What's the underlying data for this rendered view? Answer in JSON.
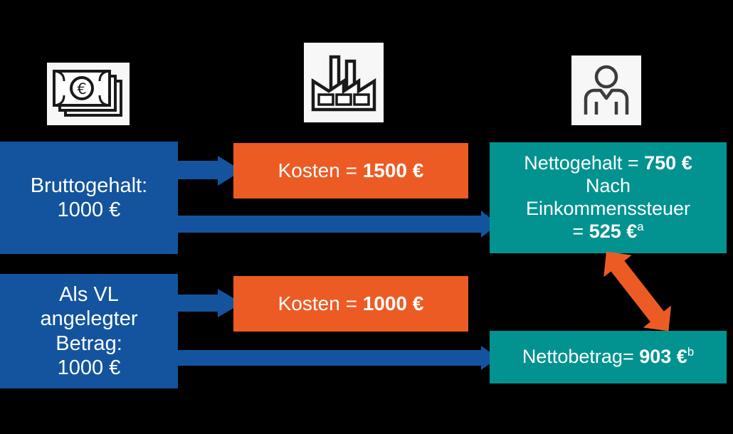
{
  "diagram": {
    "title": "VL Bruttogehalt vs. Nettobetrag Flussdiagramm",
    "colors": {
      "background": "#000000",
      "blue": "#14549E",
      "orange": "#ED5B24",
      "teal": "#029391",
      "icon_tile": "#F7F7F7",
      "icon_stroke": "#1A1A1A",
      "text": "#FFFFFF"
    },
    "icons": [
      {
        "name": "money-banknotes-euro-icon",
        "label": "Geldscheine mit Euro-Zeichen"
      },
      {
        "name": "factory-icon",
        "label": "Fabrik / Arbeitgeber"
      },
      {
        "name": "employee-person-icon",
        "label": "Arbeitnehmer"
      }
    ],
    "boxes": {
      "gross_salary": {
        "lines": [
          "Bruttogehalt:",
          "1000 €"
        ],
        "color": "#14549E"
      },
      "vl_amount": {
        "lines": [
          "Als VL",
          "angelegter",
          "Betrag:",
          "1000 €"
        ],
        "color": "#14549E"
      },
      "cost_1": {
        "label": "Kosten = ",
        "value": "1500 €",
        "color": "#ED5B24"
      },
      "cost_2": {
        "label": "Kosten = ",
        "value": "1000 €",
        "color": "#ED5B24"
      },
      "net_salary": {
        "line1_label": "Nettogehalt = ",
        "line1_value": "750 €",
        "line2": "Nach",
        "line3": "Einkommenssteuer",
        "line4_label": "= ",
        "line4_value": "525 €",
        "line4_sup": "a",
        "color": "#029391"
      },
      "net_amount": {
        "label": "Nettobetrag= ",
        "value": "903 €",
        "sup": "b",
        "color": "#029391"
      }
    },
    "arrows": [
      {
        "name": "arrow-gross-to-cost1",
        "from": "gross_salary",
        "to": "cost_1",
        "style": "single",
        "color": "#14549E"
      },
      {
        "name": "arrow-gross-to-net-salary",
        "from": "gross_salary",
        "to": "net_salary",
        "style": "single",
        "color": "#14549E"
      },
      {
        "name": "arrow-vl-to-cost2",
        "from": "vl_amount",
        "to": "cost_2",
        "style": "single",
        "color": "#14549E"
      },
      {
        "name": "arrow-vl-to-net-amount",
        "from": "vl_amount",
        "to": "net_amount",
        "style": "single",
        "color": "#14549E"
      },
      {
        "name": "arrow-compare-net-salary-net-amount",
        "from": "net_salary",
        "to": "net_amount",
        "style": "double",
        "color": "#ED5B24"
      }
    ]
  }
}
